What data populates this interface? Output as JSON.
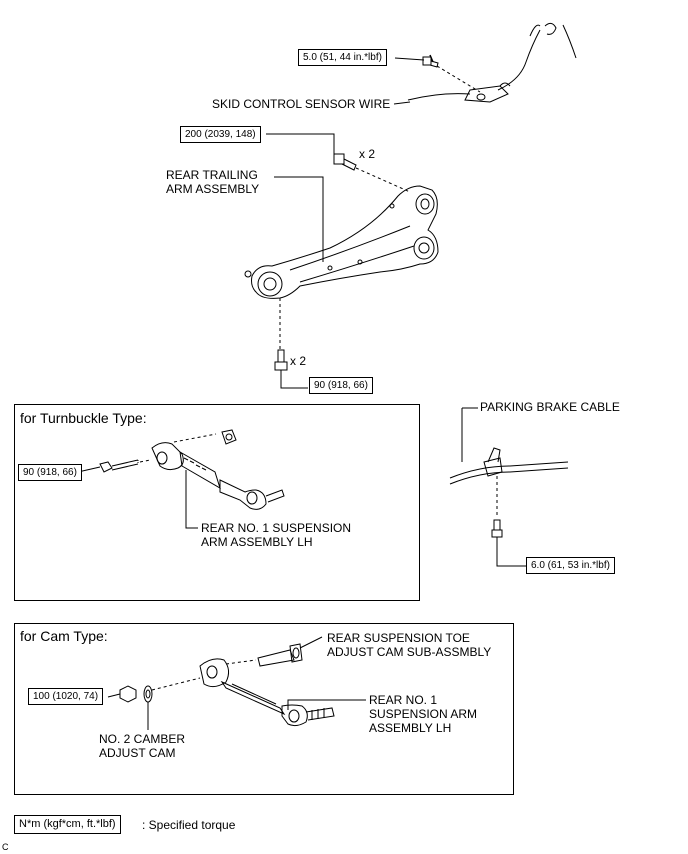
{
  "torques": {
    "sensor_bolt": "5.0 (51, 44 in.*lbf)",
    "trailing_upper": "200 (2039, 148)",
    "trailing_lower": "90 (918, 66)",
    "turnbuckle_bolt": "90 (918, 66)",
    "brake_cable_bolt": "6.0 (61, 53 in.*lbf)",
    "cam_bolt": "100 (1020, 74)"
  },
  "quantities": {
    "upper": "x 2",
    "lower": "x 2"
  },
  "labels": {
    "skid_wire": "SKID CONTROL SENSOR WIRE",
    "trailing_arm_1": "REAR TRAILING",
    "trailing_arm_2": "ARM ASSEMBLY",
    "parking_cable": "PARKING BRAKE CABLE",
    "turnbuckle_arm_1": "REAR NO. 1 SUSPENSION",
    "turnbuckle_arm_2": "ARM ASSEMBLY LH",
    "toe_cam_1": "REAR SUSPENSION TOE",
    "toe_cam_2": "ADJUST CAM SUB-ASSMBLY",
    "cam_arm_1": "REAR NO. 1",
    "cam_arm_2": "SUSPENSION ARM",
    "cam_arm_3": "ASSEMBLY LH",
    "camber_cam_1": "NO. 2 CAMBER",
    "camber_cam_2": "ADJUST CAM"
  },
  "sections": {
    "turnbuckle_title": "for Turnbuckle Type:",
    "cam_title": "for Cam Type:"
  },
  "legend": {
    "unit_box": "N*m (kgf*cm, ft.*lbf)",
    "meaning": ": Specified torque"
  },
  "corner_mark": "C"
}
